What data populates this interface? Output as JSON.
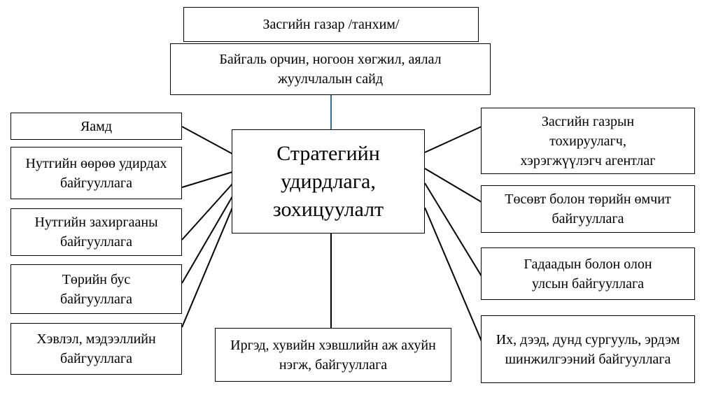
{
  "diagram": {
    "government": "Засгийн газар /танхим/",
    "ministry": "Байгаль орчин, ногоон хөгжил, аялал жуулчлалын сайд",
    "center": "Стратегийн удирдлага, зохицуулалт",
    "left": [
      "Яамд",
      "Нутгийн өөрөө удирдах байгууллага",
      "Нутгийн захиргааны байгууллага",
      "Төрийн бус байгууллага",
      "Хэвлэл, мэдээллийн байгууллага"
    ],
    "right": [
      "Засгийн газрын тохируулагч, хэрэгжүүлэгч агентлаг",
      "Төсөвт болон төрийн өмчит байгууллага",
      "Гадаадын болон олон улсын байгууллага",
      "Их, дээд, дунд сургууль, эрдэм шинжилгээний байгууллага"
    ],
    "bottom": "Иргэд, хувийн хэвшлийн аж ахуйн нэгж, байгууллага"
  }
}
